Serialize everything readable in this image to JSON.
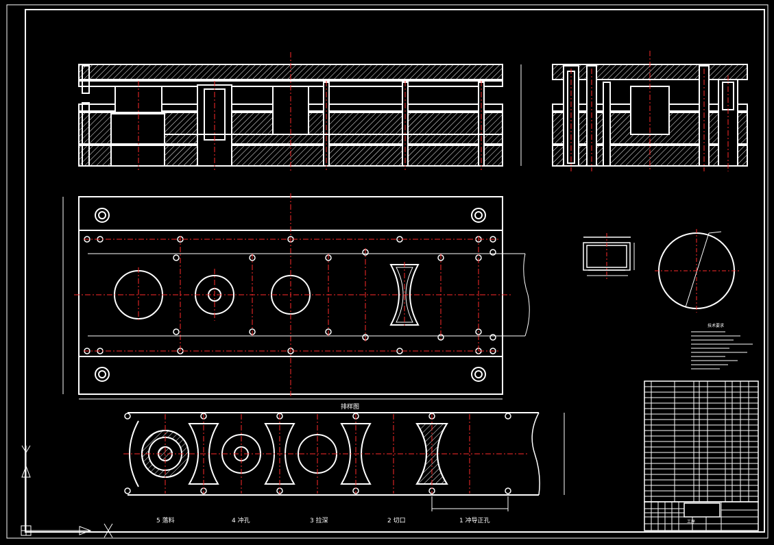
{
  "colors": {
    "background": "#000000",
    "line": "#ffffff",
    "centerline": "#ff2a2a"
  },
  "drawing": {
    "strip_layout_title": "排样图",
    "station_labels": [
      "5 落料",
      "4 冲孔",
      "3 拉深",
      "2 切口",
      "1 冲导正孔"
    ],
    "tech_requirements_title": "技术要求",
    "title_block_header": "工序",
    "icons": [
      "ucs-y-axis-icon",
      "ucs-x-axis-icon",
      "ucs-origin-icon"
    ]
  }
}
